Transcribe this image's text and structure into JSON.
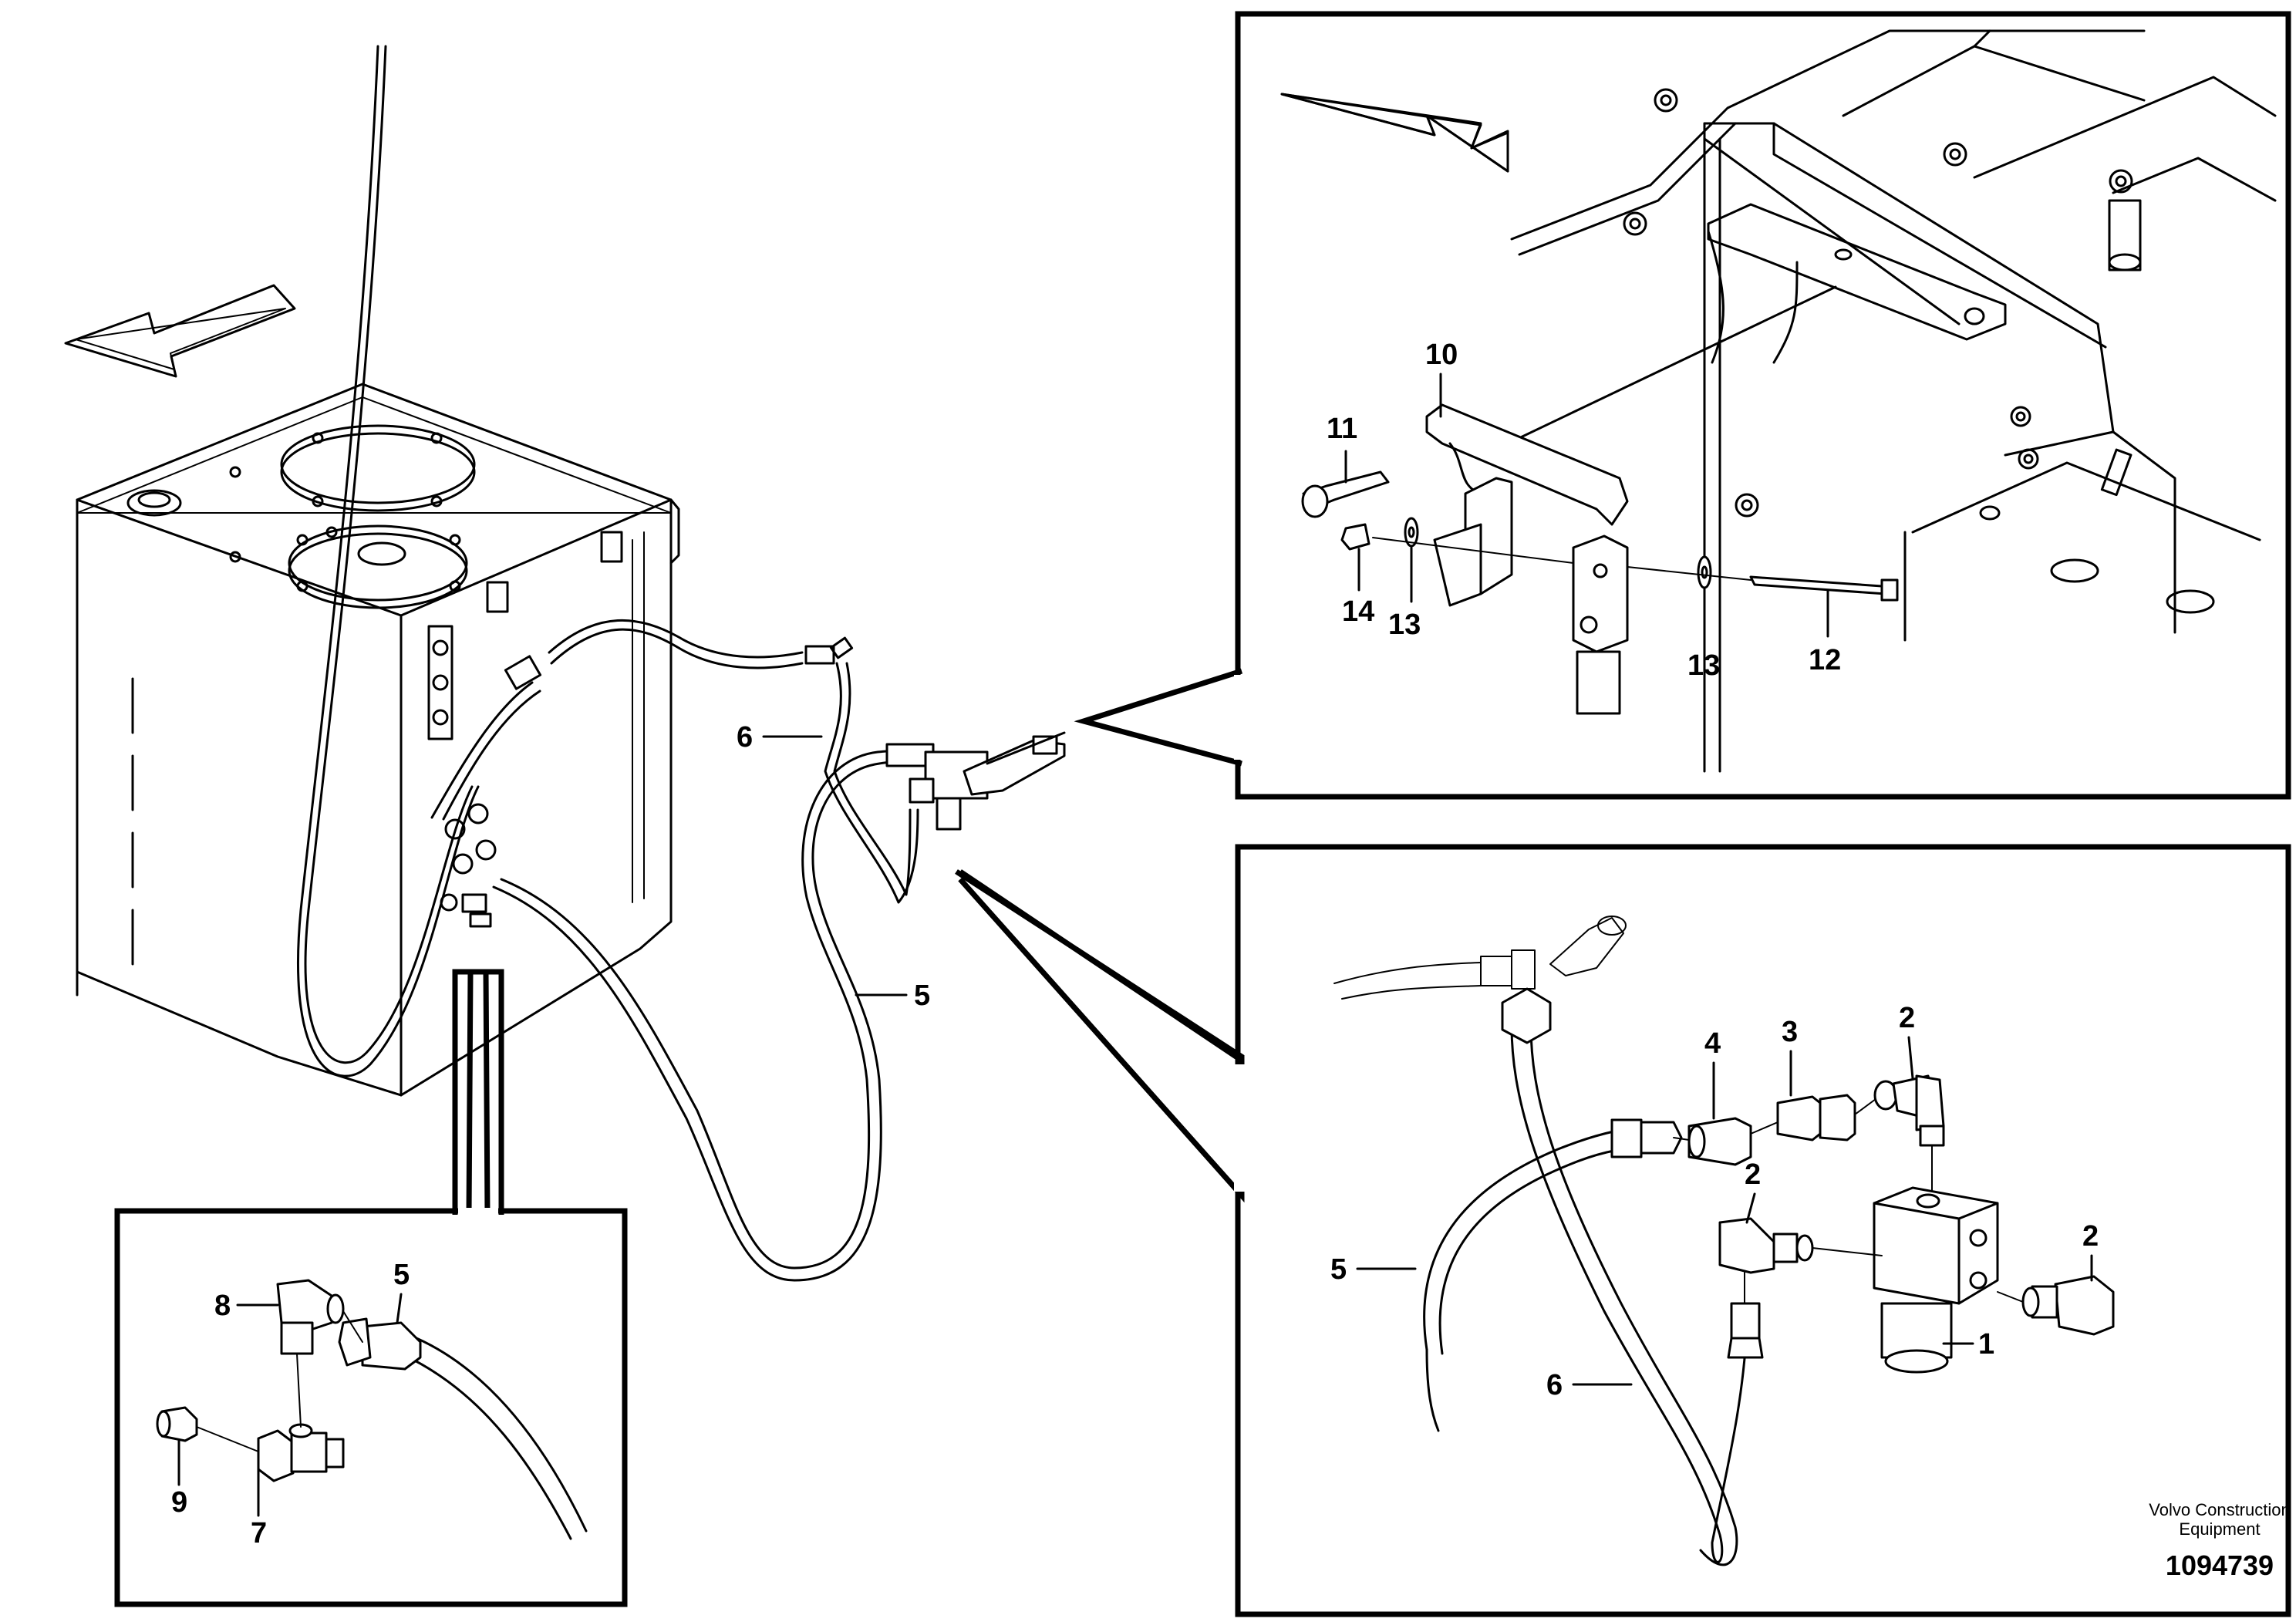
{
  "brand": {
    "line1": "Volvo Construction",
    "line2": "Equipment"
  },
  "drawing_number": "1094739",
  "labels": {
    "main_hose_5": "5",
    "main_hose_6": "6",
    "detail_top_10": "10",
    "detail_top_11": "11",
    "detail_top_12": "12",
    "detail_top_13a": "13",
    "detail_top_13b": "13",
    "detail_top_14": "14",
    "detail_right_1": "1",
    "detail_right_2a": "2",
    "detail_right_2b": "2",
    "detail_right_2c": "2",
    "detail_right_3": "3",
    "detail_right_4": "4",
    "detail_right_5": "5",
    "detail_right_6": "6",
    "detail_bottom_5": "5",
    "detail_bottom_7": "7",
    "detail_bottom_8": "8",
    "detail_bottom_9": "9"
  }
}
